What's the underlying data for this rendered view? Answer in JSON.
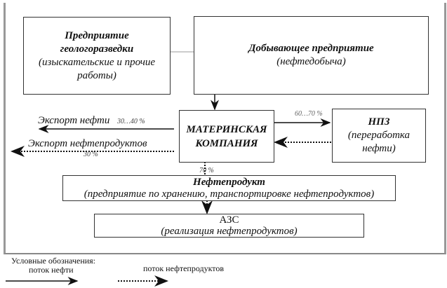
{
  "boxes": {
    "geology": {
      "title": "Предприятие геологоразведки",
      "subtitle": "(изыскательские и прочие работы)"
    },
    "mining": {
      "title": "Добывающее предприятие",
      "subtitle": "(нефтедобыча)"
    },
    "parent": {
      "title": "МАТЕРИНСКАЯ КОМПАНИЯ"
    },
    "refinery": {
      "title": "НПЗ",
      "subtitle": "(переработка нефти)"
    },
    "nefteprodukt": {
      "title": "Нефтепродукт",
      "subtitle": "(предприятие по хранению, транспортировке нефтепродуктов)"
    },
    "azs": {
      "title": "АЗС",
      "subtitle": "(реализация нефтепродуктов)"
    }
  },
  "flows": {
    "export_oil": "Экспорт нефти",
    "export_oil_pct": "30…40 %",
    "export_products": "Экспорт нефтепродуктов",
    "export_products_pct": "30 %",
    "to_refinery_pct": "60…70 %",
    "to_nefteprodukt_pct": "70 %"
  },
  "legend": {
    "title": "Условные обозначения:",
    "oil": "поток нефти",
    "products": "поток нефтепродуктов"
  }
}
